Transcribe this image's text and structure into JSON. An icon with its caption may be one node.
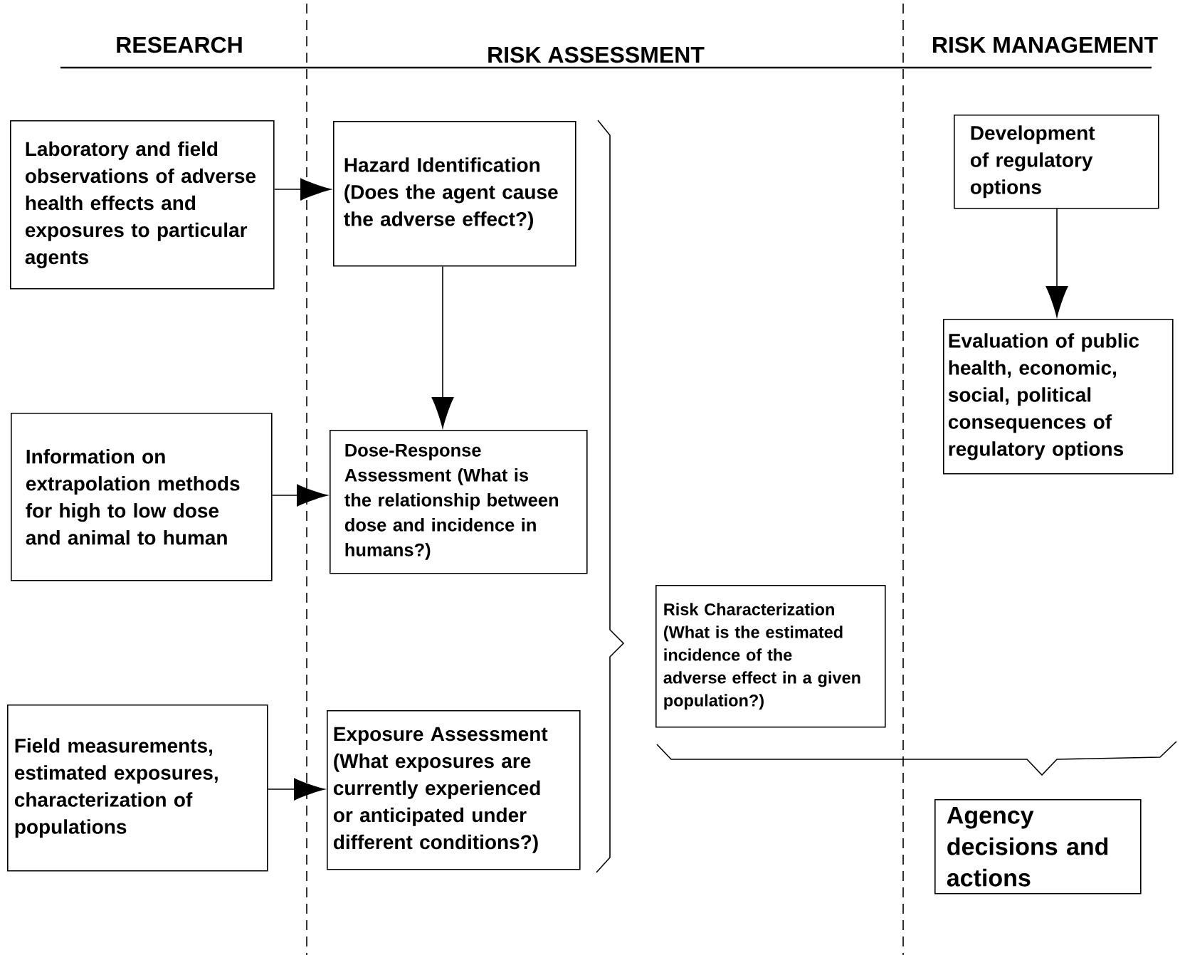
{
  "diagram": {
    "nodes": [
      {
        "text": [
          "Laboratory and field observations of adverse health effects and exposures to particular agents"
        ]
      },
      {
        "text": [
          "Hazard Identification (Does the agent cause the adverse effect?)"
        ]
      },
      {
        "text": [
          "Information on extrapolation methods for high to low dose and animal to human"
        ]
      },
      {
        "text": [
          "Dose-Response Assessment (What is the relationship between dose and incidence in humans?)"
        ]
      },
      {
        "text": [
          "Field measurements, estimated exposures, characterization of populations"
        ]
      },
      {
        "text": [
          "Exposure Assessment (What exposures are currently experienced or anticipated under different conditions?)"
        ]
      },
      {
        "text": [
          "Risk Characterization (What is the estimated incidence of the adverse effect in a given population?)"
        ]
      },
      {
        "text": [
          "Development of regulatory options"
        ]
      },
      {
        "text": [
          "Evaluation of public health, economic, social, political consequences of regulatory options"
        ]
      },
      {
        "text": [
          "Agency decisions and actions"
        ]
      }
    ],
    "edges": [
      {
        "from": 0,
        "to": 1,
        "arrow": "to"
      },
      {
        "from": 1,
        "to": 3,
        "arrow": "to"
      },
      {
        "from": 2,
        "to": 3,
        "arrow": "to"
      },
      {
        "from": 4,
        "to": 5,
        "arrow": "to"
      },
      {
        "from": 7,
        "to": 8,
        "arrow": "to"
      }
    ],
    "labels": [
      "RESEARCH",
      "RISK ASSESSMENT",
      "RISK MANAGEMENT"
    ]
  }
}
